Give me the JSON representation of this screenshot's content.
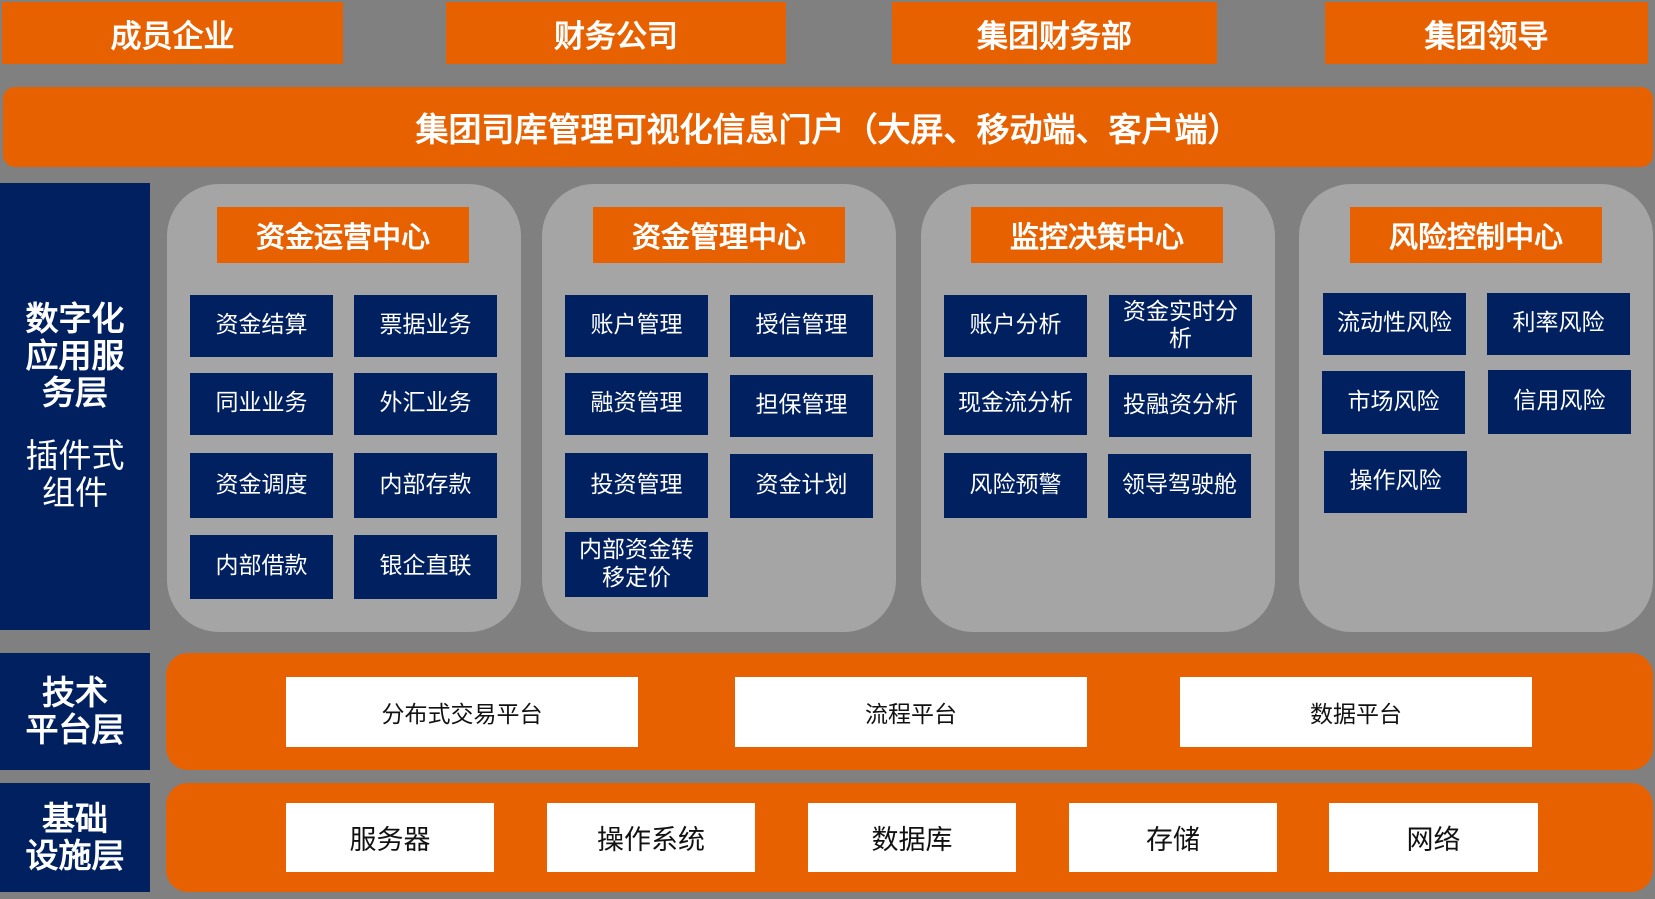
{
  "stakeholders": [
    {
      "label": "成员企业"
    },
    {
      "label": "财务公司"
    },
    {
      "label": "集团财务部"
    },
    {
      "label": "集团领导"
    }
  ],
  "portal": {
    "title": "集团司库管理可视化信息门户（大屏、移动端、客户端）"
  },
  "layers": {
    "application": {
      "title_lines": [
        "数字化",
        "应用服",
        "务层"
      ],
      "subtitle_lines": [
        "插件式",
        "组件"
      ]
    },
    "technology": {
      "title_lines": [
        "技术",
        "平台层"
      ]
    },
    "infrastructure": {
      "title_lines": [
        "基础",
        "设施层"
      ]
    }
  },
  "centers": [
    {
      "title": "资金运营中心",
      "items": [
        "资金结算",
        "票据业务",
        "同业业务",
        "外汇业务",
        "资金调度",
        "内部存款",
        "内部借款",
        "银企直联"
      ]
    },
    {
      "title": "资金管理中心",
      "items": [
        "账户管理",
        "授信管理",
        "融资管理",
        "担保管理",
        "投资管理",
        "资金计划",
        "内部资金转移定价"
      ]
    },
    {
      "title": "监控决策中心",
      "items": [
        "账户分析",
        "资金实时分析",
        "现金流分析",
        "投融资分析",
        "风险预警",
        "领导驾驶舱"
      ]
    },
    {
      "title": "风险控制中心",
      "items": [
        "流动性风险",
        "利率风险",
        "市场风险",
        "信用风险",
        "操作风险"
      ]
    }
  ],
  "technology_platforms": [
    "分布式交易平台",
    "流程平台",
    "数据平台"
  ],
  "infrastructure_items": [
    "服务器",
    "操作系统",
    "数据库",
    "存储",
    "网络"
  ],
  "colors": {
    "orange": "#E86100",
    "navy": "#002060",
    "panel_grey": "#A5A5A5",
    "background": "#808080"
  }
}
